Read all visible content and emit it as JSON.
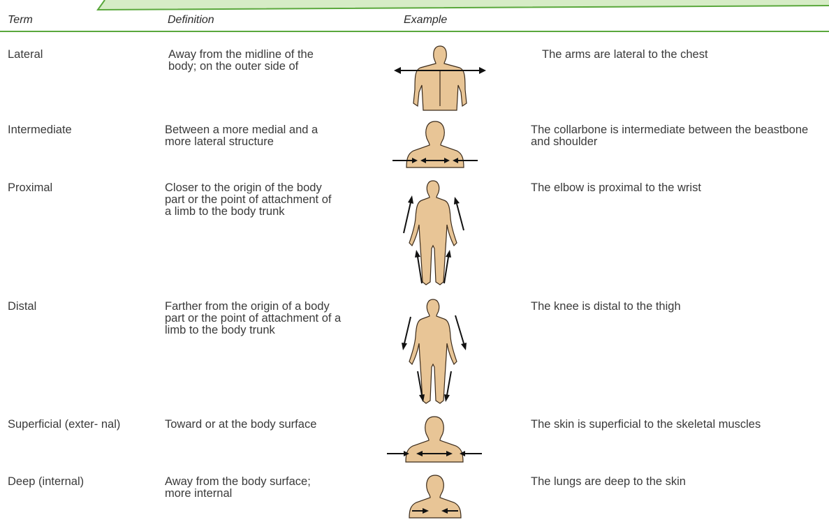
{
  "header": {
    "term": "Term",
    "definition": "Definition",
    "example": "Example"
  },
  "rows": [
    {
      "term": "Lateral",
      "definition": "Away from the midline of the body; on the outer side of",
      "example": "The arms are lateral to the chest",
      "illustration": "lateral-arrows-icon"
    },
    {
      "term": "Intermediate",
      "definition": "Between a more medial and a more lateral structure",
      "example": "The collarbone is intermediate between the beastbone and shoulder",
      "illustration": "intermediate-arrows-icon"
    },
    {
      "term": "Proximal",
      "definition": "Closer to the origin of the body part or the point of attachment of a limb to the body trunk",
      "example": "The elbow is proximal to the wrist",
      "illustration": "proximal-arrows-icon"
    },
    {
      "term": "Distal",
      "definition": "Farther from the origin of a body part or the point of attachment of a limb to the body trunk",
      "example": "The knee is distal to the thigh",
      "illustration": "distal-arrows-icon"
    },
    {
      "term": "Superficial (exter- nal)",
      "definition": "Toward or at the body surface",
      "example": "The skin is superficial to the skeletal muscles",
      "illustration": "superficial-arrows-icon"
    },
    {
      "term": "Deep (internal)",
      "definition": "Away from the body surface; more internal",
      "example": "The lungs are deep to the skin",
      "illustration": "deep-arrows-icon"
    }
  ],
  "colors": {
    "accent": "#5aa83c",
    "banner": "#d6ecc6",
    "skin": "#e8c596",
    "outline": "#3a2a1a"
  }
}
